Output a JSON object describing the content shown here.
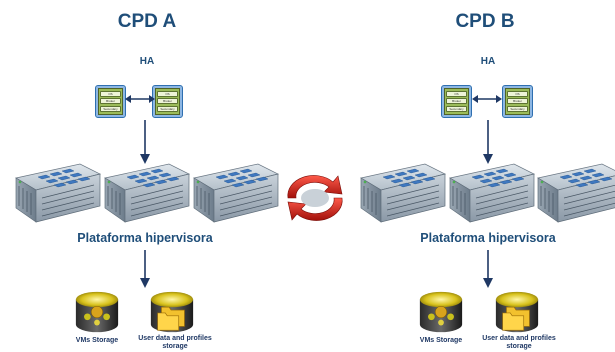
{
  "cpd_a": {
    "title": "CPD A",
    "ha_label": "HA",
    "platform_label": "Plataforma hipervisora",
    "storage_vms_label": "VMs Storage",
    "storage_user_label": "User data and profiles storage"
  },
  "cpd_b": {
    "title": "CPD B",
    "ha_label": "HA",
    "platform_label": "Plataforma hipervisora",
    "storage_vms_label": "VMs Storage",
    "storage_user_label": "User data and profiles storage"
  },
  "vm_rows": [
    "OS",
    "Broker",
    "Secundary"
  ],
  "colors": {
    "title": "#1f4e79",
    "vm_frame": "#8db7e4",
    "vm_body": "#9bbb59",
    "server_body": "#b8c3cc",
    "sync_red": "#d8261c"
  },
  "icons": {
    "sync": "sync-icon",
    "server": "server-icon",
    "storage_disk": "disk-storage-icon",
    "storage_folder": "folder-storage-icon"
  }
}
